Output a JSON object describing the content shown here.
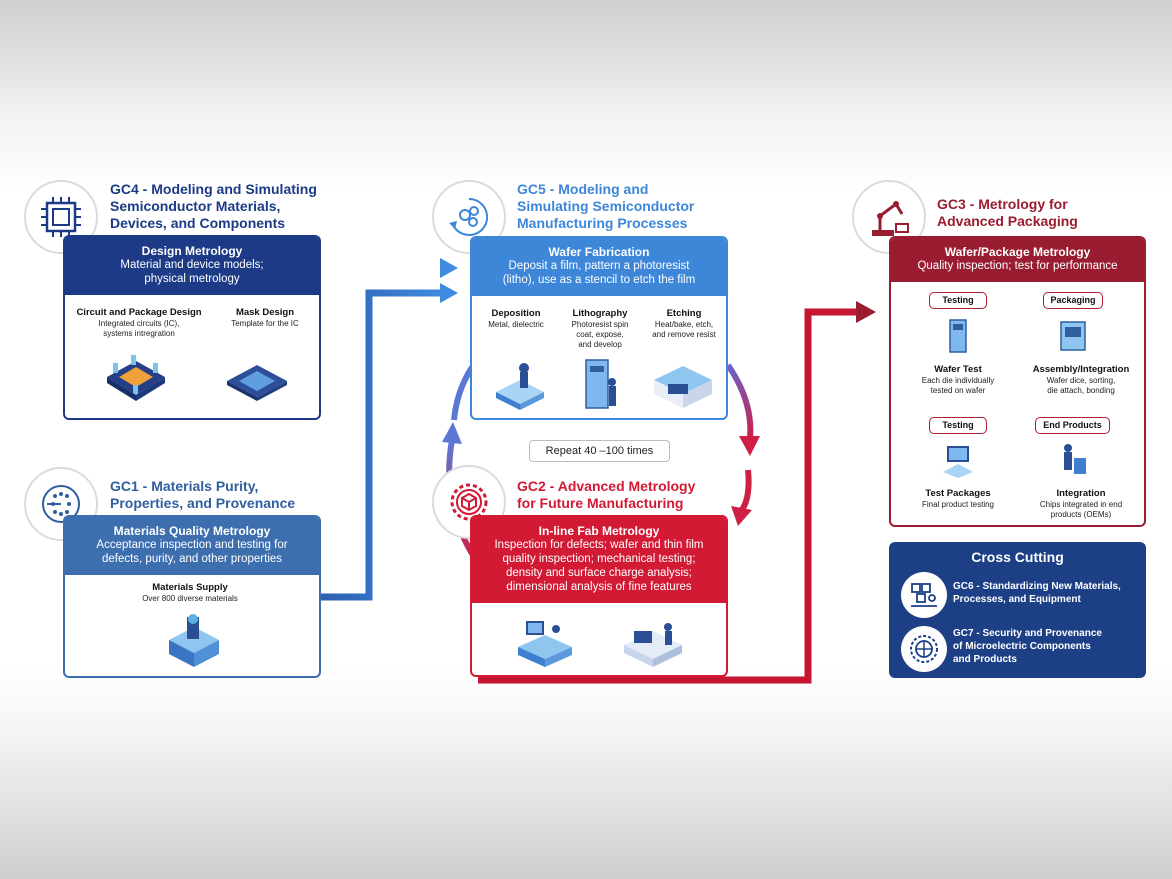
{
  "gc4": {
    "title_lines": [
      "GC4 - Modeling and Simulating",
      "Semiconductor Materials,",
      "Devices, and Components"
    ],
    "head": "Design Metrology",
    "desc_lines": [
      "Material and device models;",
      "physical metrology"
    ],
    "col1": {
      "title": "Circuit and Package Design",
      "sub_lines": [
        "Integrated circuits (IC),",
        "systems intregration"
      ]
    },
    "col2": {
      "title": "Mask Design",
      "sub_lines": [
        "Template for the IC"
      ]
    }
  },
  "gc1": {
    "title_lines": [
      "GC1 - Materials Purity,",
      "Properties, and Provenance"
    ],
    "head": "Materials Quality Metrology",
    "desc_lines": [
      "Acceptance inspection and testing for",
      "defects, purity, and other properties"
    ],
    "col1": {
      "title": "Materials Supply",
      "sub_lines": [
        "Over 800 diverse materials"
      ]
    }
  },
  "gc5": {
    "title_lines": [
      "GC5 - Modeling and",
      "Simulating Semiconductor",
      "Manufacturing Processes"
    ],
    "head": "Wafer Fabrication",
    "desc_lines": [
      "Deposit a film, pattern a photoresist",
      "(litho), use as a stencil to etch the film"
    ],
    "col1": {
      "title": "Deposition",
      "sub_lines": [
        "Metal, dielectric"
      ]
    },
    "col2": {
      "title": "Lithography",
      "sub_lines": [
        "Photoresist spin",
        "coat, expose,",
        "and develop"
      ]
    },
    "col3": {
      "title": "Etching",
      "sub_lines": [
        "Heat/bake, etch,",
        "and remove resist"
      ]
    }
  },
  "repeat": "Repeat 40 –100 times",
  "gc2": {
    "title_lines": [
      "GC2 - Advanced Metrology",
      "for Future Manufacturing"
    ],
    "head": "In-line Fab Metrology",
    "desc_lines": [
      "Inspection for defects; wafer and thin film",
      "quality inspection; mechanical testing;",
      "density and surface charge analysis;",
      "dimensional analysis of fine features"
    ]
  },
  "gc3": {
    "title_lines": [
      "GC3 - Metrology for",
      "Advanced Packaging"
    ],
    "head": "Wafer/Package Metrology",
    "desc_lines": [
      "Quality inspection; test for performance"
    ],
    "items": [
      {
        "pill": "Testing",
        "title": "Wafer Test",
        "sub_lines": [
          "Each die individually",
          "tested on wafer"
        ]
      },
      {
        "pill": "Packaging",
        "title": "Assembly/Integration",
        "sub_lines": [
          "Wafer dice, sorting,",
          "die attach, bonding"
        ]
      },
      {
        "pill": "Testing",
        "title": "Test Packages",
        "sub_lines": [
          "Final product testing"
        ]
      },
      {
        "pill": "End Products",
        "title": "Integration",
        "sub_lines": [
          "Chips integrated in end",
          "products (OEMs)"
        ]
      }
    ]
  },
  "cross": {
    "title": "Cross Cutting",
    "gc6_lines": [
      "GC6 - Standardizing New Materials,",
      "Processes, and Equipment"
    ],
    "gc7_lines": [
      "GC7 - Security and Provenance",
      "of Microelectric Components",
      "and Products"
    ]
  },
  "colors": {
    "navy": "#1c3a86",
    "steel": "#2f5f9e",
    "blue": "#3d86d8",
    "red": "#d21a35",
    "maroon": "#9a1c30",
    "cross_bg": "#1c3f86"
  }
}
